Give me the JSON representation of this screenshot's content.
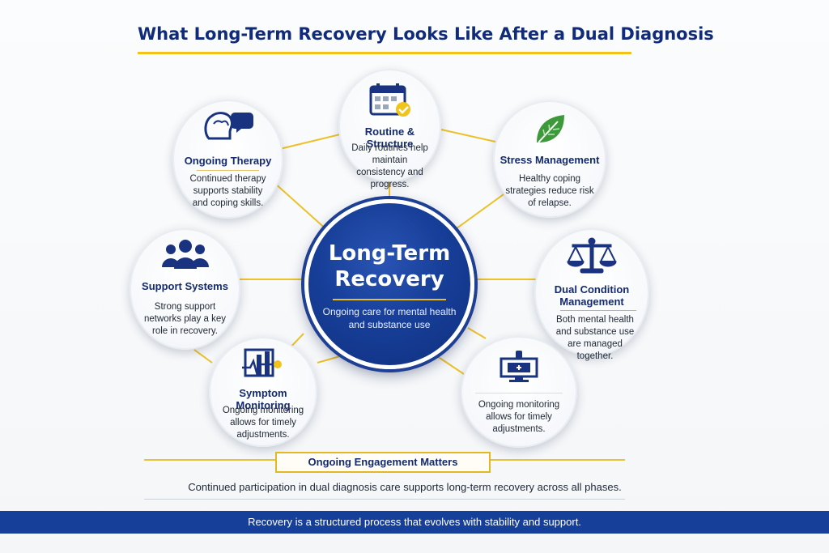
{
  "title": "What Long-Term Recovery Looks Like After a Dual Diagnosis",
  "center": {
    "title_line1": "Long-Term",
    "title_line2": "Recovery",
    "description": "Ongoing care for mental health and substance use"
  },
  "nodes": {
    "therapy": {
      "label": "Ongoing Therapy",
      "description": "Continued therapy supports stability and coping skills.",
      "icon": "head-speech-bubble-icon"
    },
    "routine": {
      "label": "Routine & Structure",
      "description": "Daily routines help maintain consistency and progress.",
      "icon": "calendar-check-icon"
    },
    "stress": {
      "label": "Stress Management",
      "description": "Healthy coping strategies reduce risk of relapse.",
      "icon": "leaf-icon"
    },
    "support": {
      "label": "Support Systems",
      "description": "Strong support networks play a key role in recovery.",
      "icon": "people-group-icon"
    },
    "dual": {
      "label_line1": "Dual Condition",
      "label_line2": "Management",
      "description": "Both mental health and substance use are managed together.",
      "icon": "balance-scale-icon"
    },
    "symptom": {
      "label": "Symptom Monitoring",
      "description": "Ongoing monitoring allows for timely adjustments.",
      "icon": "heartbeat-monitor-icon"
    },
    "monitor": {
      "description": "Ongoing monitoring allows for timely adjustments.",
      "icon": "computer-medical-icon"
    }
  },
  "engagement": {
    "heading": "Ongoing Engagement Matters",
    "text": "Continued participation in dual diagnosis care supports long-term recovery across all phases."
  },
  "footer": "Recovery is a structured process that evolves with stability and support.",
  "colors": {
    "navy": "#132a6e",
    "accent_gold": "#f2c31b",
    "center_blue": "#173f99",
    "footer_blue": "#163f9a",
    "leaf_green": "#3d9a3a"
  }
}
